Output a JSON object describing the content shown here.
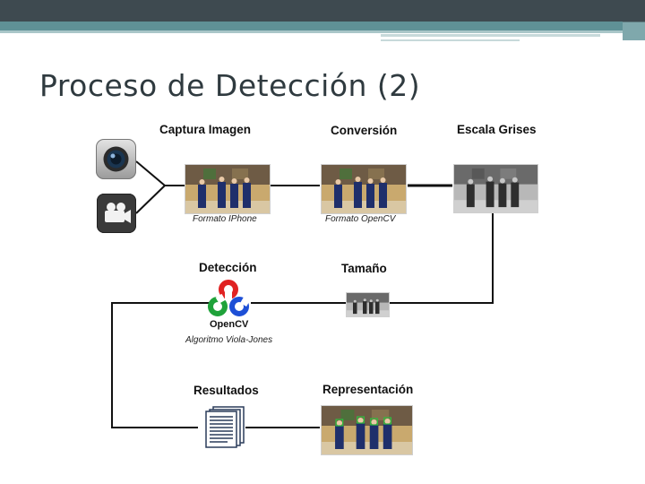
{
  "slide": {
    "title": "Proceso de Detección (2)",
    "header_bar_colors": [
      "#3e4a50",
      "#5a8d93",
      "#8fb3b6"
    ]
  },
  "steps": {
    "captura": {
      "label": "Captura Imagen",
      "caption": "Formato IPhone"
    },
    "conversion": {
      "label": "Conversión",
      "caption": "Formato OpenCV"
    },
    "escala": {
      "label": "Escala Grises"
    },
    "deteccion": {
      "label": "Detección",
      "caption": "Algoritmo Viola-Jones",
      "logo_text": "OpenCV"
    },
    "tamano": {
      "label": "Tamaño"
    },
    "resultados": {
      "label": "Resultados"
    },
    "representacion": {
      "label": "Representación"
    }
  },
  "icons": {
    "camera": "camera-app-icon",
    "video": "video-camera-icon",
    "document": "document-stack-icon",
    "logo": "opencv-logo"
  }
}
